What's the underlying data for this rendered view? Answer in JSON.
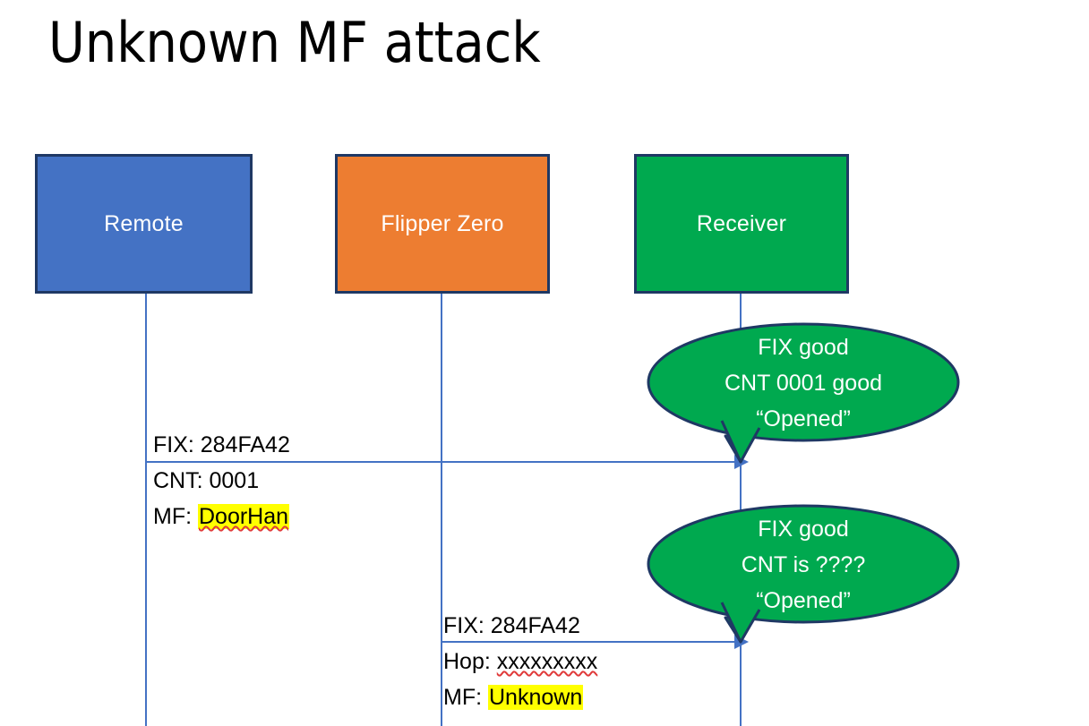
{
  "slide": {
    "title": "Unknown MF attack",
    "background_color": "#FFFFFF"
  },
  "palette": {
    "remote_fill": "#4472C4",
    "flipper_fill": "#ED7D31",
    "receiver_fill": "#00A94F",
    "box_border": "#1F3864",
    "lifeline": "#4472C4",
    "arrow": "#4472C4",
    "highlight": "#FFFF00",
    "spellcheck_underline": "#E03A3A",
    "bubble_fill": "#00A94F",
    "bubble_border": "#1F3864",
    "text": "#000000",
    "box_label_text": "#FFFFFF"
  },
  "actors": [
    {
      "id": "remote",
      "label": "Remote"
    },
    {
      "id": "flipper",
      "label": "Flipper Zero"
    },
    {
      "id": "receiver",
      "label": "Receiver"
    }
  ],
  "messages": [
    {
      "id": "message-1",
      "from": "remote",
      "to": "receiver",
      "lines": [
        {
          "label": "FIX:",
          "value": "284FA42",
          "highlight": false,
          "misspelled": false
        },
        {
          "label": "CNT:",
          "value": "0001",
          "highlight": false,
          "misspelled": false
        },
        {
          "label": "MF:",
          "value": "DoorHan",
          "highlight": true,
          "misspelled": true
        }
      ],
      "line1_text": "FIX: 284FA42",
      "line2_text": "CNT: 0001",
      "line3_label": "MF: ",
      "line3_value": "DoorHan"
    },
    {
      "id": "message-2",
      "from": "flipper",
      "to": "receiver",
      "lines": [
        {
          "label": "FIX:",
          "value": "284FA42",
          "highlight": false,
          "misspelled": false
        },
        {
          "label": "Hop:",
          "value": "xxxxxxxxx",
          "highlight": false,
          "misspelled": true
        },
        {
          "label": "MF:",
          "value": "Unknown",
          "highlight": true,
          "misspelled": false
        }
      ],
      "line1_text": "FIX: 284FA42",
      "line2_label": "Hop: ",
      "line2_value": "xxxxxxxxx",
      "line3_label": "MF: ",
      "line3_value": "Unknown"
    }
  ],
  "callouts": [
    {
      "id": "callout-1",
      "anchor": "receiver",
      "lines": [
        "FIX good",
        "CNT 0001 good",
        "“Opened”"
      ],
      "line1": "FIX good",
      "line2": "CNT 0001 good",
      "line3": "“Opened”"
    },
    {
      "id": "callout-2",
      "anchor": "receiver",
      "lines": [
        "FIX good",
        "CNT is ????",
        "“Opened”"
      ],
      "line1": "FIX good",
      "line2": "CNT is ????",
      "line3": "“Opened”"
    }
  ]
}
